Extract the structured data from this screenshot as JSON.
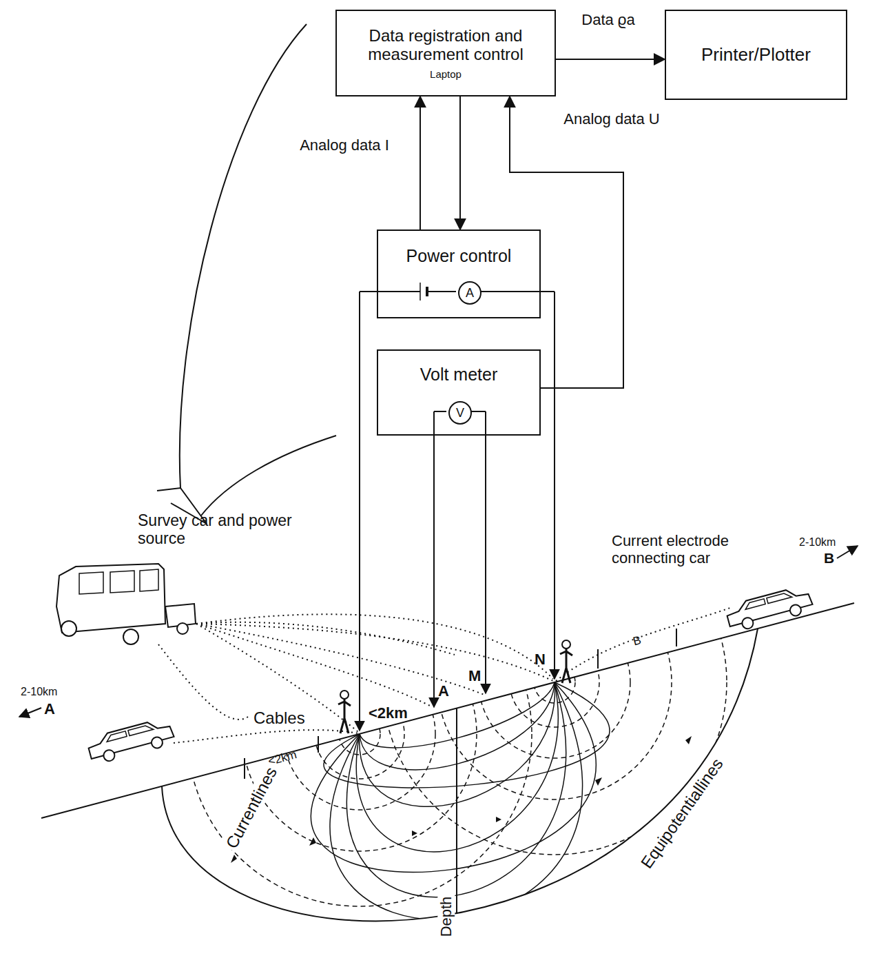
{
  "diagram": {
    "nodes": [
      {
        "text": [
          "Data registration and measurement control",
          "Laptop"
        ]
      },
      {
        "text": [
          "Printer/Plotter"
        ]
      },
      {
        "text": [
          "Power control"
        ]
      },
      {
        "text": [
          "A"
        ],
        "in": 2
      },
      {
        "text": [
          "Volt meter"
        ]
      },
      {
        "text": [
          "V"
        ],
        "in": 4
      }
    ],
    "edges": [
      {
        "from": 0,
        "to": 1,
        "label": "Data ϱa",
        "arrow": "to"
      },
      {
        "from": 2,
        "to": 0,
        "label": "Analog data I",
        "arrow": "to"
      },
      {
        "from": 0,
        "to": 2,
        "arrow": "to"
      },
      {
        "from": 4,
        "to": 0,
        "label": "Analog data U",
        "arrow": "to"
      }
    ],
    "labels": [
      "Survey car and power source",
      "Current electrode connecting car",
      "2-10km",
      "B",
      "2-10km",
      "A",
      "Cables",
      "<2km",
      "<2km",
      "A",
      "M",
      "N",
      "B",
      "Currentlines",
      "Equipotentiallines",
      "Depth"
    ]
  }
}
